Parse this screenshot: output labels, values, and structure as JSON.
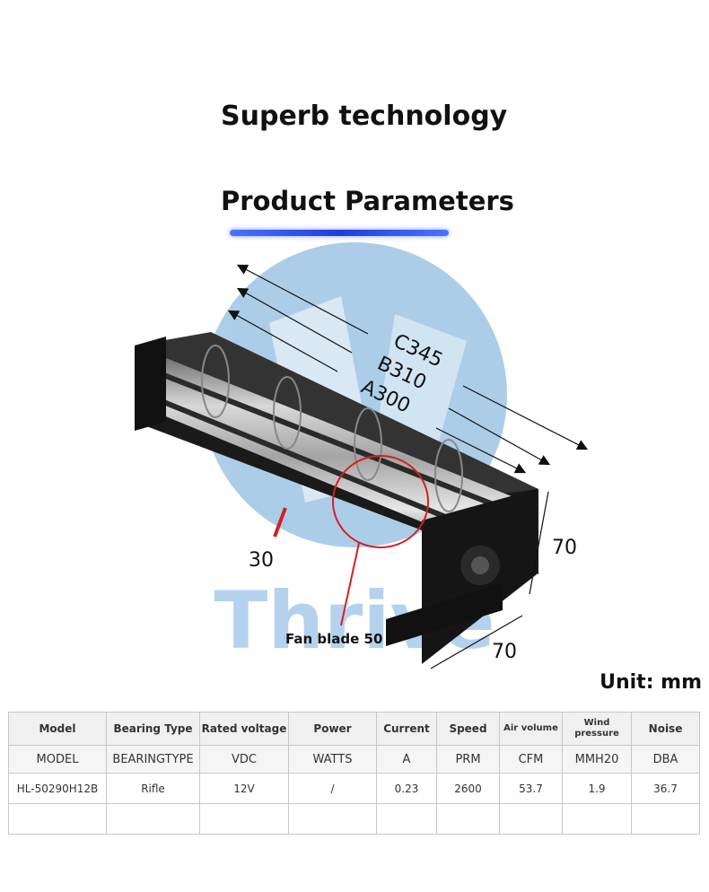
{
  "headings": {
    "title": "Superb technology",
    "subtitle": "Product Parameters"
  },
  "watermark": "Thrive",
  "dimensions": {
    "length_c": "C345",
    "length_b": "B310",
    "length_a": "A300",
    "height": "70",
    "width": "70",
    "outlet": "30",
    "fan_blade": "Fan blade 50"
  },
  "unit_label": "Unit: mm",
  "table": {
    "headers": [
      "Model",
      "Bearing Type",
      "Rated voltage",
      "Power",
      "Current",
      "Speed",
      "Air volume",
      "Wind pressure",
      "Noise"
    ],
    "units": [
      "MODEL",
      "BEARINGTYPE",
      "VDC",
      "WATTS",
      "A",
      "PRM",
      "CFM",
      "MMH20",
      "DBA"
    ],
    "rows": [
      [
        "HL-50290H12B",
        "Rifle",
        "12V",
        "/",
        "0.23",
        "2600",
        "53.7",
        "1.9",
        "36.7"
      ]
    ]
  },
  "colors": {
    "accent": "#1e3fd8",
    "marker": "#d42020",
    "fan_body": "#1a1a1a",
    "watermark": "#5a9ad0"
  }
}
